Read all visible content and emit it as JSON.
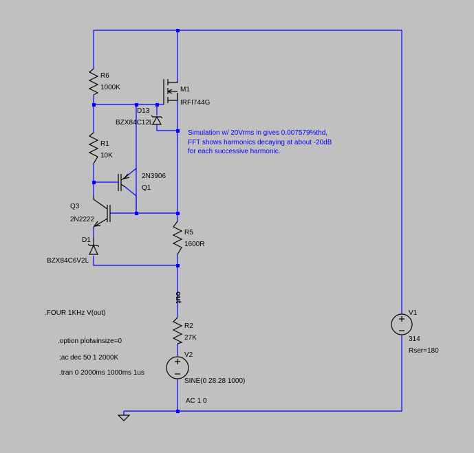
{
  "components": {
    "r6": {
      "ref": "R6",
      "value": "1000K"
    },
    "m1": {
      "ref": "M1",
      "value": "IRFI744G"
    },
    "d13": {
      "ref": "D13",
      "value": "BZX84C12L"
    },
    "r1": {
      "ref": "R1",
      "value": "10K"
    },
    "q1": {
      "ref": "Q1",
      "value": "2N3906"
    },
    "q3": {
      "ref": "Q3",
      "value": "2N2222"
    },
    "d1": {
      "ref": "D1",
      "value": "BZX84C6V2L"
    },
    "r5": {
      "ref": "R5",
      "value": "1600R"
    },
    "r2": {
      "ref": "R2",
      "value": "27K"
    },
    "v2": {
      "ref": "V2",
      "value": "SINE(0 28.28 1000)",
      "ac": "AC 1 0"
    },
    "v1": {
      "ref": "V1",
      "value": "314",
      "rser": "Rser=180"
    }
  },
  "net_label": "out",
  "note": [
    "Simulation w/ 20Vrms in gives 0.007579%thd,",
    "FFT shows harmonics decaying at about -20dB",
    "for each successive harmonic."
  ],
  "directives": {
    "four": ".FOUR 1KHz V(out)",
    "option": ".option plotwinsize=0",
    "ac": ";ac dec 50 1 2000K",
    "tran": ".tran 0 2000ms 1000ms 1us"
  },
  "colors": {
    "background": "#c0c0c0",
    "wire": "#0000ff",
    "symbol": "#000000",
    "note": "#0000ff"
  }
}
